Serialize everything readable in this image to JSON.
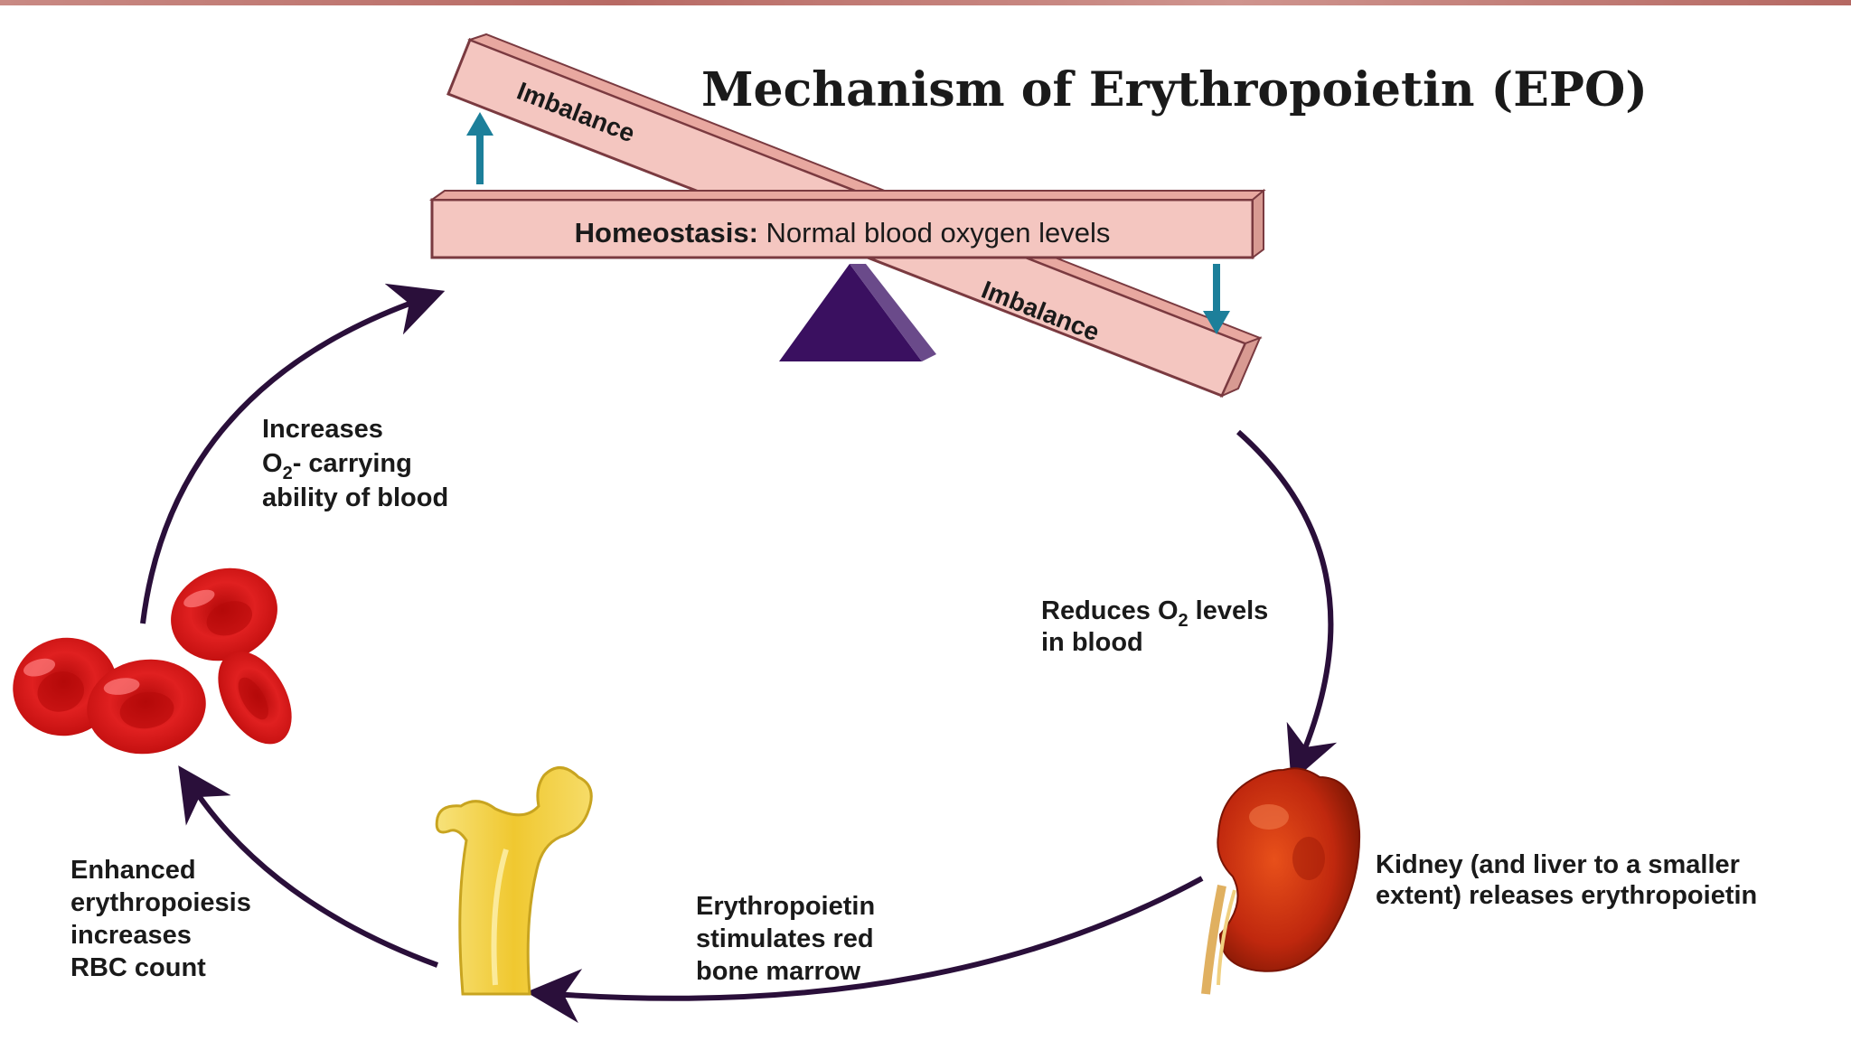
{
  "title": "Mechanism of Erythropoietin (EPO)",
  "beam": {
    "bold": "Homeostasis:",
    "rest": " Normal blood oxygen levels"
  },
  "imbalance_top": "Imbalance",
  "imbalance_bottom": "Imbalance",
  "reduces": {
    "line1a": "Reduces O",
    "line1sub": "2",
    "line1b": " levels",
    "line2": "in blood"
  },
  "kidney": {
    "line1": "Kidney (and liver to a smaller",
    "line2": "extent) releases erythropoietin"
  },
  "stimulates": {
    "line1": "Erythropoietin",
    "line2": "stimulates red",
    "line3": "bone marrow"
  },
  "enhanced": {
    "line1": "Enhanced",
    "line2": "erythropoiesis",
    "line3": "increases",
    "line4": "RBC count"
  },
  "increases": {
    "line1": "Increases",
    "line2a": "O",
    "line2sub": "2",
    "line2b": "- carrying",
    "line3": "ability of blood"
  },
  "colors": {
    "beam_fill": "#f4c6c0",
    "fulcrum": "#3a1060",
    "teal_arrow": "#1c7f9a",
    "cycle_arrow": "#2a0f3a",
    "rbc": "#d81818",
    "kidney": "#c0280e",
    "bone": "#f0c830"
  }
}
